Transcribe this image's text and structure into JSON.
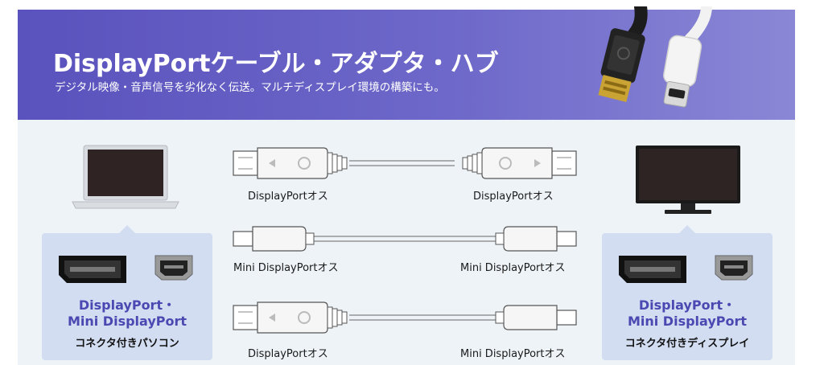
{
  "header": {
    "title": "DisplayPortケーブル・アダプタ・ハブ",
    "subtitle": "デジタル映像・音声信号を劣化なく伝送。マルチディスプレイ環境の構築にも。"
  },
  "left_device": {
    "port_line1": "DisplayPort・",
    "port_line2": "Mini DisplayPort",
    "device": "コネクタ付きパソコン"
  },
  "right_device": {
    "port_line1": "DisplayPort・",
    "port_line2": "Mini DisplayPort",
    "device": "コネクタ付きディスプレイ"
  },
  "cables": [
    {
      "left": "DisplayPortオス",
      "right": "DisplayPortオス"
    },
    {
      "left": "Mini DisplayPortオス",
      "right": "Mini DisplayPortオス"
    },
    {
      "left": "DisplayPortオス",
      "right": "Mini DisplayPortオス"
    }
  ],
  "colors": {
    "banner_start": "#5a52bd",
    "banner_end": "#8a87d6",
    "panel": "#eef3f7",
    "callout": "#d2ddf2",
    "port_label": "#4a49b2"
  }
}
